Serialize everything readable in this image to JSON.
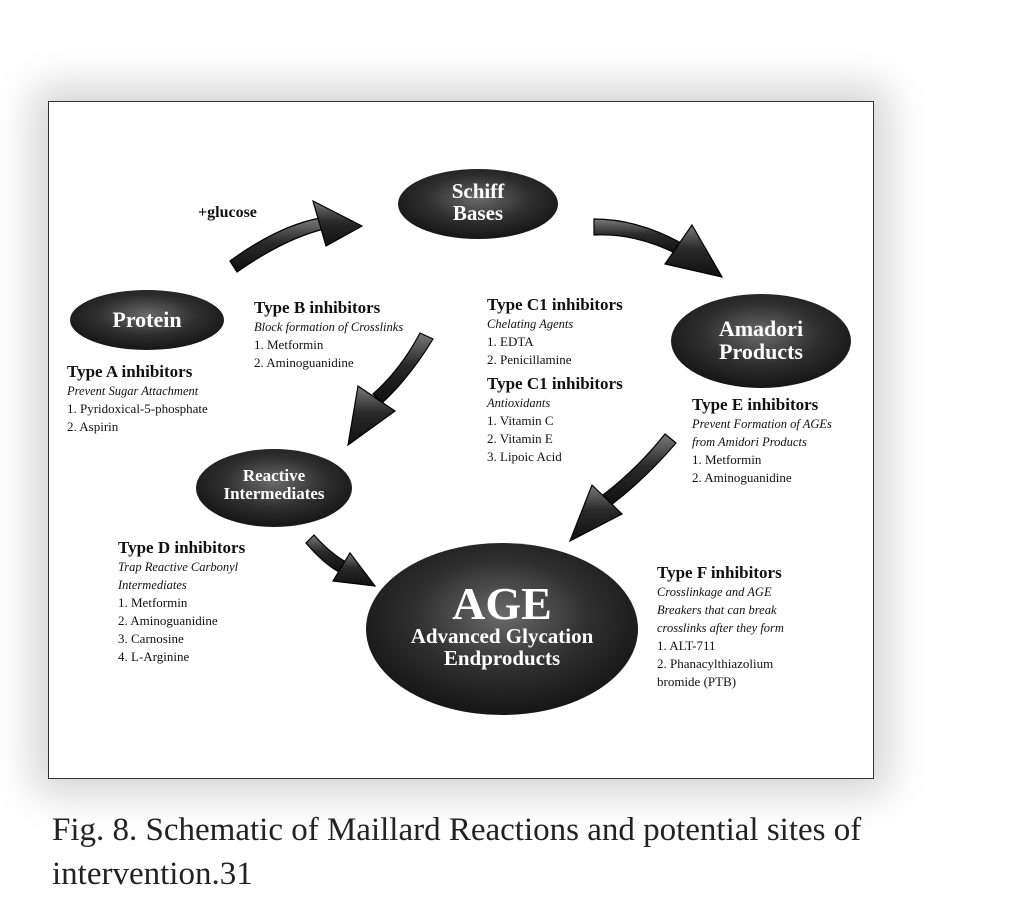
{
  "nodes": {
    "schiff": "Schiff\nBases",
    "protein": "Protein",
    "amadori": "Amadori\nProducts",
    "reactive": "Reactive\nIntermediates",
    "age_title": "AGE",
    "age_sub": "Advanced Glycation\nEndproducts"
  },
  "glucose_label": "+glucose",
  "inhibitors": {
    "A": {
      "head": "Type A inhibitors",
      "sub": [
        "Prevent Sugar Attachment"
      ],
      "items": [
        "1. Pyridoxical-5-phosphate",
        "2. Aspirin"
      ]
    },
    "B": {
      "head": "Type B inhibitors",
      "sub": [
        "Block formation of Crosslinks"
      ],
      "items": [
        "1. Metformin",
        "2. Aminoguanidine"
      ]
    },
    "C1a": {
      "head": "Type C1 inhibitors",
      "sub": [
        "Chelating Agents"
      ],
      "items": [
        "1. EDTA",
        "2. Penicillamine"
      ]
    },
    "C1b": {
      "head": "Type C1 inhibitors",
      "sub": [
        "Antioxidants"
      ],
      "items": [
        "1. Vitamin C",
        "2. Vitamin E",
        "3. Lipoic Acid"
      ]
    },
    "D": {
      "head": "Type D inhibitors",
      "sub": [
        "Trap Reactive Carbonyl",
        "Intermediates"
      ],
      "items": [
        "1. Metformin",
        "2. Aminoguanidine",
        "3. Carnosine",
        "4. L-Arginine"
      ]
    },
    "E": {
      "head": "Type E inhibitors",
      "sub": [
        "Prevent Formation of AGEs",
        "from Amidori Products"
      ],
      "items": [
        "1. Metformin",
        "2. Aminoguanidine"
      ]
    },
    "F": {
      "head": "Type F inhibitors",
      "sub": [
        "Crosslinkage and AGE",
        "Breakers that can break",
        "crosslinks after they form"
      ],
      "items": [
        "1. ALT-711",
        "2. Phanacylthiazolium",
        "bromide (PTB)"
      ]
    }
  },
  "caption": "Fig. 8.  Schematic of Maillard Reactions and potential sites of intervention.31",
  "colors": {
    "node_dark": "#1b1b1b",
    "node_light": "#6a6a6a",
    "text": "#111111"
  }
}
